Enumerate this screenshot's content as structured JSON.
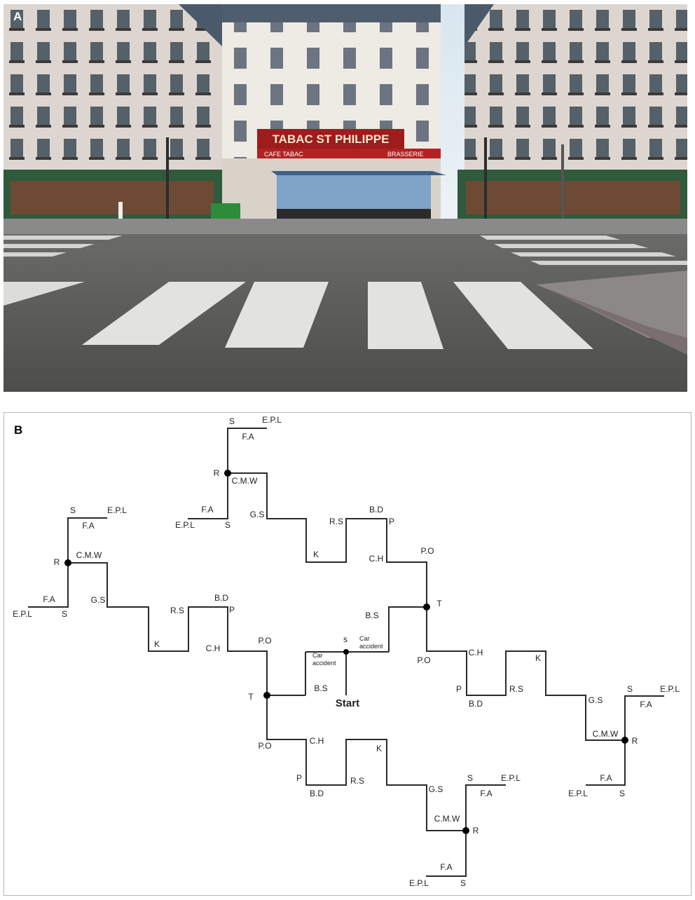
{
  "panel_a": {
    "label": "A",
    "sign_main": "TABAC ST PHILIPPE",
    "sign_left": "CAFE TABAC",
    "sign_right": "BRASSERIE"
  },
  "panel_b": {
    "label": "B",
    "start_label": "Start",
    "s_label": "s",
    "car_accident_line1": "Car",
    "car_accident_line2": "accident",
    "codes": {
      "S": "S",
      "EPL": "E.P.L",
      "FA": "F.A",
      "R": "R",
      "CMW": "C.M.W",
      "GS": "G.S",
      "K": "K",
      "RS": "R.S",
      "BD": "B.D",
      "P": "P",
      "CH": "C.H",
      "PO": "P.O",
      "T": "T",
      "BS": "B.S"
    }
  },
  "colors": {
    "line": "#2a2a2a",
    "label": "#222222",
    "frame": "#b8b8b8"
  }
}
